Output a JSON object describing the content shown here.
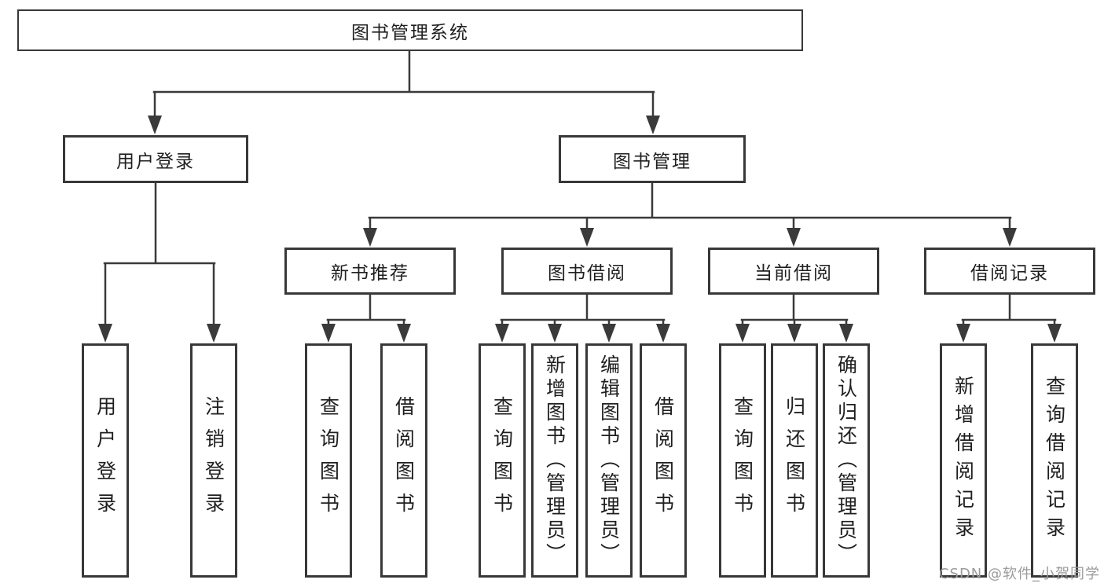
{
  "diagram": {
    "root": "图书管理系统",
    "level2": [
      "用户登录",
      "图书管理"
    ],
    "level3": [
      "新书推荐",
      "图书借阅",
      "当前借阅",
      "借阅记录"
    ],
    "leaves": [
      "用户登录",
      "注销登录",
      "查询图书",
      "借阅图书",
      "查询图书",
      "新增图书（管理员）",
      "编辑图书（管理员）",
      "借阅图书",
      "查询图书",
      "归还图书",
      "确认归还（管理员）",
      "新增借阅记录",
      "查询借阅记录"
    ]
  },
  "watermark": "CSDN @软件_小贺同学",
  "colors": {
    "line": "#3a3a3a",
    "node_border": "#383838",
    "text": "#1f1f1f",
    "watermark_text": "#9b9b9b",
    "background": "#ffffff"
  }
}
